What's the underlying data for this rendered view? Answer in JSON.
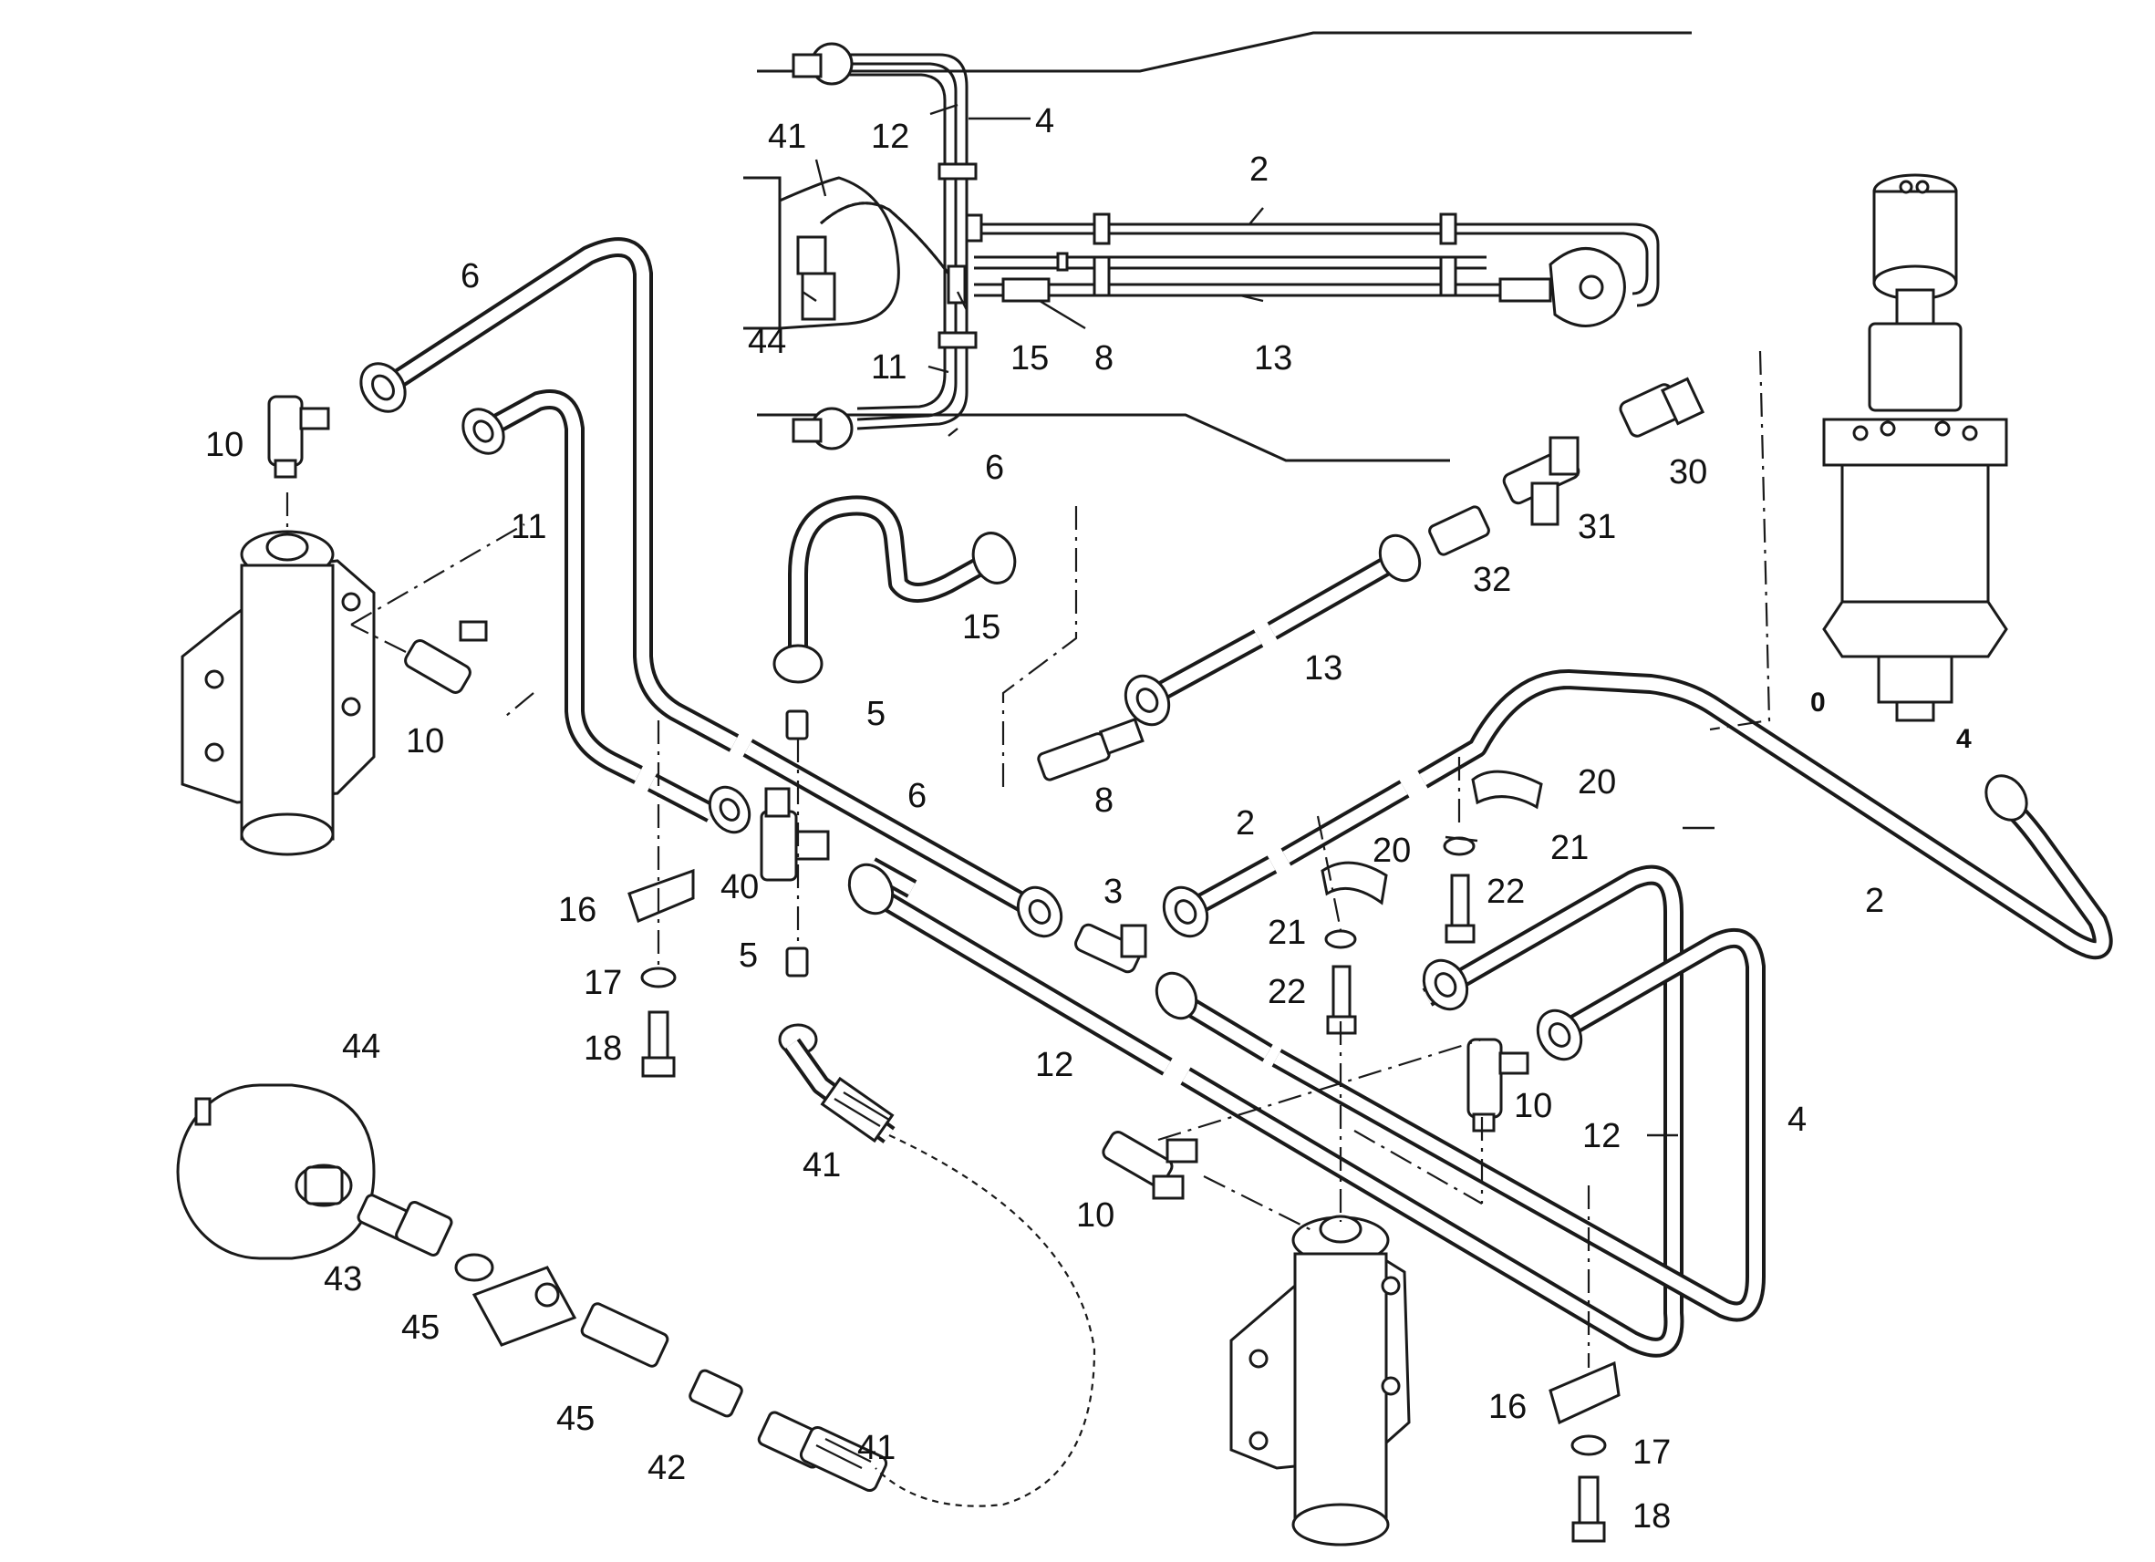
{
  "diagram": {
    "colors": {
      "line": "#1a1a1a",
      "background": "#ffffff"
    },
    "callouts": {
      "c2a": "2",
      "c4a": "4",
      "c6a": "6",
      "c8a": "8",
      "c11a": "11",
      "c12a": "12",
      "c13a": "13",
      "c15a": "15",
      "c41a": "41",
      "c44a": "44",
      "c6b": "6",
      "c10a": "10",
      "c10b": "10",
      "c11b": "11",
      "c15b": "15",
      "c5a": "5",
      "c6c": "6",
      "c8b": "8",
      "c13b": "13",
      "c30": "30",
      "c31": "31",
      "c32": "32",
      "c2b": "2",
      "c2c": "2",
      "c20a": "20",
      "c20b": "20",
      "c21a": "21",
      "c21b": "21",
      "c22a": "22",
      "c22b": "22",
      "c16a": "16",
      "c17a": "17",
      "c18a": "18",
      "c40": "40",
      "c5b": "5",
      "c3": "3",
      "c12b": "12",
      "c12c": "12",
      "c4b": "4",
      "c10c": "10",
      "c10d": "10",
      "c41b": "41",
      "c44b": "44",
      "c43": "43",
      "c45a": "45",
      "c45b": "45",
      "c42": "42",
      "c41c": "41",
      "c16b": "16",
      "c17b": "17",
      "c18b": "18",
      "valve0": "0",
      "valve4": "4"
    }
  }
}
